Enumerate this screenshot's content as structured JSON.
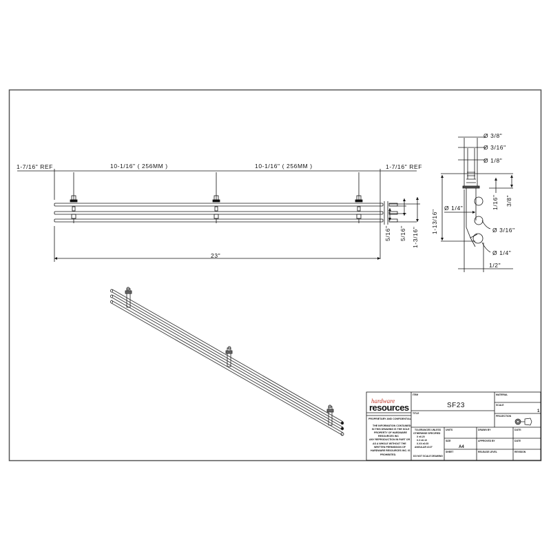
{
  "drawing": {
    "type": "engineering drawing",
    "views": [
      "front-view",
      "side-view",
      "isometric-view"
    ]
  },
  "front_view": {
    "dimensions": {
      "left_ref": "1-7/16\" REF",
      "span_left": "10-1/16\" ( 256MM )",
      "span_right": "10-1/16\" ( 256MM )",
      "right_ref": "1-7/16\" REF",
      "overall_length": "23\"",
      "rod_spacing_1": "5/16\"",
      "rod_spacing_2": "5/16\"",
      "overall_height": "1-3/16\""
    }
  },
  "side_view": {
    "dimensions": {
      "dia_outer": "Ø 3/8\"",
      "dia_mid": "Ø 3/16\"",
      "dia_inner": "Ø 1/8\"",
      "height_total": "1-13/16\"",
      "flange_thk": "1/16\"",
      "stud_height": "3/8\"",
      "dia_post": "Ø 1/4\"",
      "dia_rod_small": "Ø 3/16\"",
      "dia_rod_large": "Ø 1/4\"",
      "offset": "1/2\""
    }
  },
  "title_block": {
    "logo_top": "hardware",
    "logo_bottom": "resources",
    "proprietary_heading": "PROPRIETARY AND CONFIDENTIAL",
    "proprietary_lines": [
      "THE INFORMATION CONTAINED",
      "IN THIS DRAWING IS THE SOLE",
      "PROPERTY OF HARDWARE",
      "RESOURCES INC",
      "ANY REPRODUCTION IN PART OR",
      "AS A WHOLE WITHOUT THE",
      "WRITTEN PERMISSION OF",
      "HARDWARE RESOURCES INC. IS",
      "PROHIBITED."
    ],
    "item_label": "ITEM",
    "item_value": "SF23",
    "title_label": "TITLE",
    "title_value": "",
    "material_label": "MATERIAL",
    "scale_label": "SCALE",
    "scale_value": "1",
    "projection_label": "PROJECTION",
    "tolerances_lines": [
      "TOLERANCES UNLESS",
      "OTHERWISE SPECIFIED",
      "X    ±0.20",
      "X.X   ±0.10",
      "X.XX  ±0.05",
      "ANGULAR ±0.5°"
    ],
    "do_not_scale": "DO NOT SCALE DRAWING",
    "units_label": "UNITS",
    "drawn_by_label": "DRAWN BY",
    "date1_label": "DATE:",
    "size_label": "SIZE",
    "size_value": "A4",
    "approved_by_label": "APPROVED BY",
    "date2_label": "DATE",
    "sheet_label": "SHEET",
    "release_level_label": "RELEASE LEVEL",
    "revision_label": "REVISION"
  }
}
